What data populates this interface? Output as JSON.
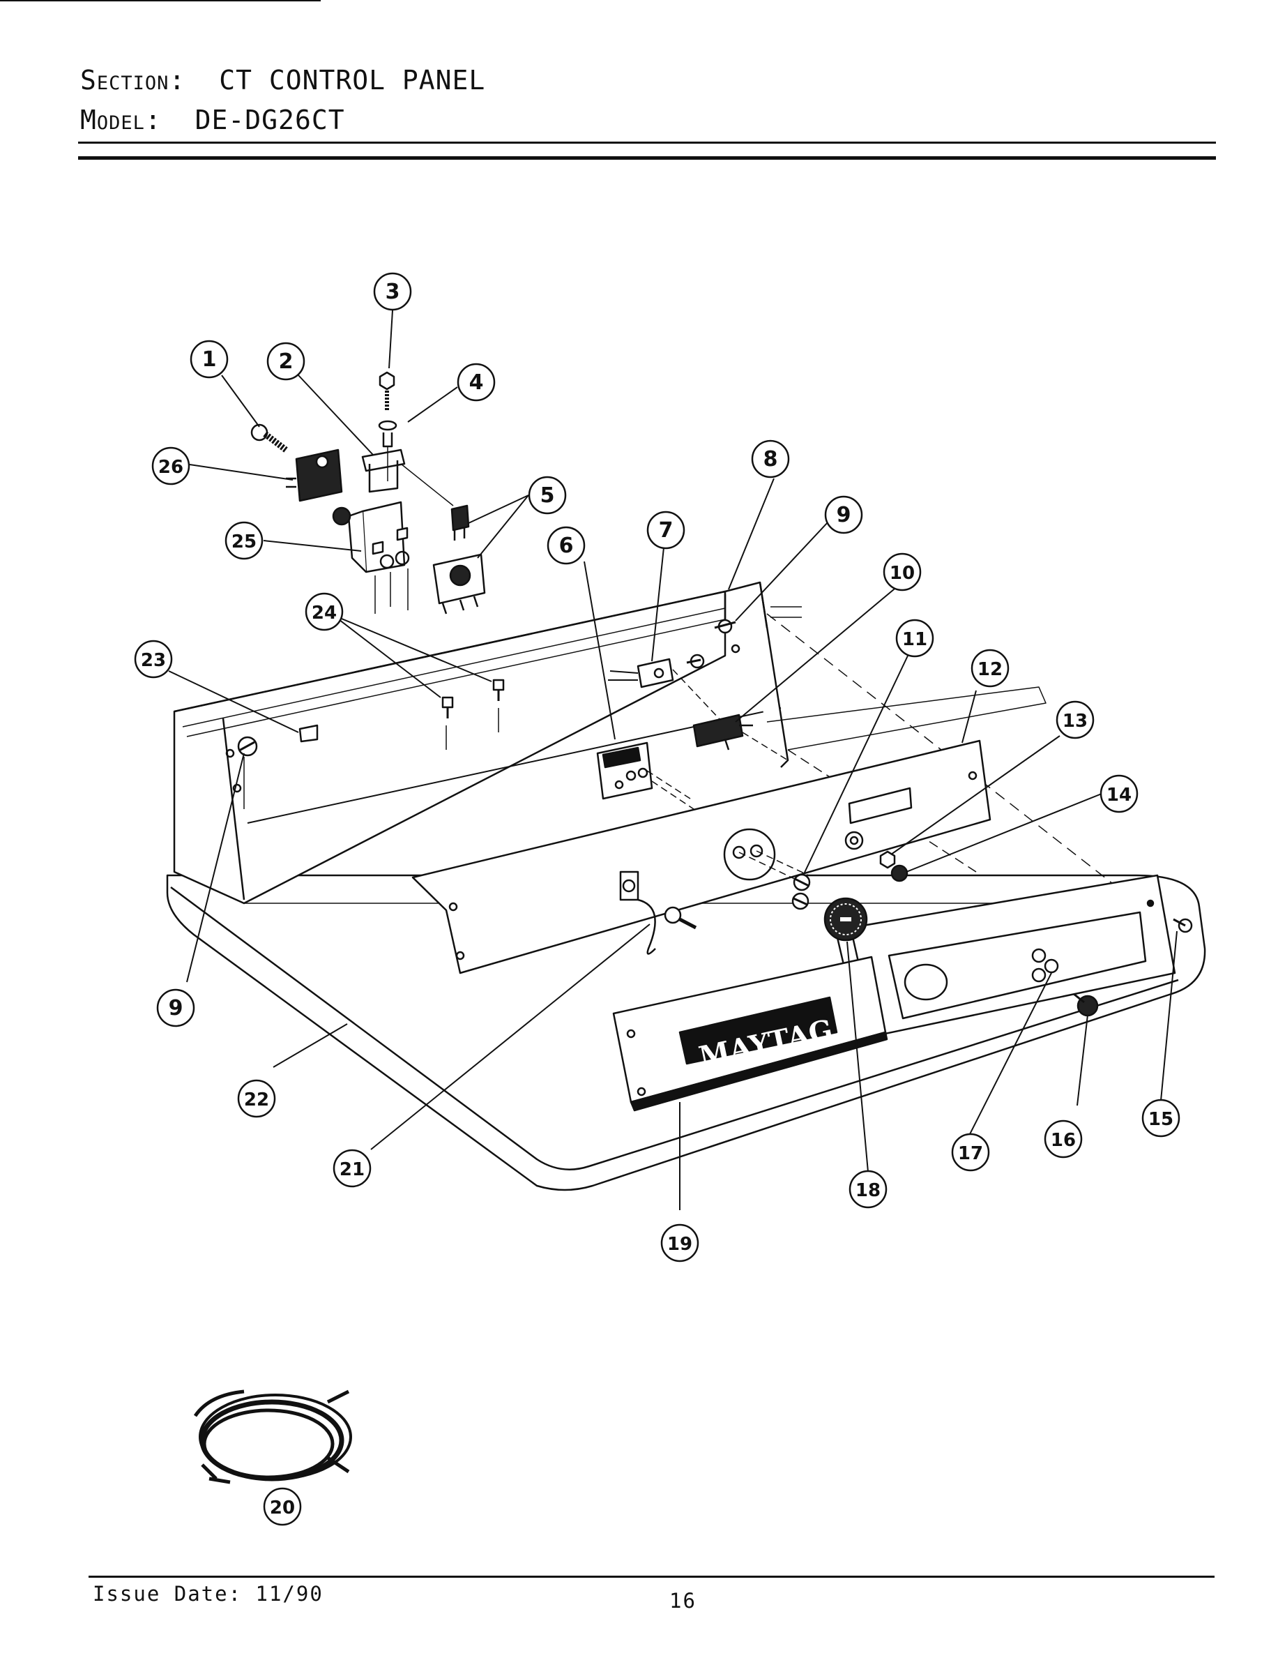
{
  "header": {
    "section_key": "Section:",
    "section_value": "CT CONTROL PANEL",
    "model_key": "Model:",
    "model_value": "DE-DG26CT"
  },
  "diagram": {
    "brand_plate_text": "MAYTAG",
    "callouts": [
      {
        "label": "1"
      },
      {
        "label": "2"
      },
      {
        "label": "3"
      },
      {
        "label": "4"
      },
      {
        "label": "5"
      },
      {
        "label": "6"
      },
      {
        "label": "7"
      },
      {
        "label": "8"
      },
      {
        "label": "9"
      },
      {
        "label": "9"
      },
      {
        "label": "10"
      },
      {
        "label": "11"
      },
      {
        "label": "12"
      },
      {
        "label": "13"
      },
      {
        "label": "14"
      },
      {
        "label": "15"
      },
      {
        "label": "16"
      },
      {
        "label": "17"
      },
      {
        "label": "18"
      },
      {
        "label": "19"
      },
      {
        "label": "20"
      },
      {
        "label": "21"
      },
      {
        "label": "22"
      },
      {
        "label": "23"
      },
      {
        "label": "24"
      },
      {
        "label": "25"
      },
      {
        "label": "26"
      }
    ]
  },
  "footer": {
    "issue_date": "Issue Date: 11/90",
    "page_number": "16"
  }
}
